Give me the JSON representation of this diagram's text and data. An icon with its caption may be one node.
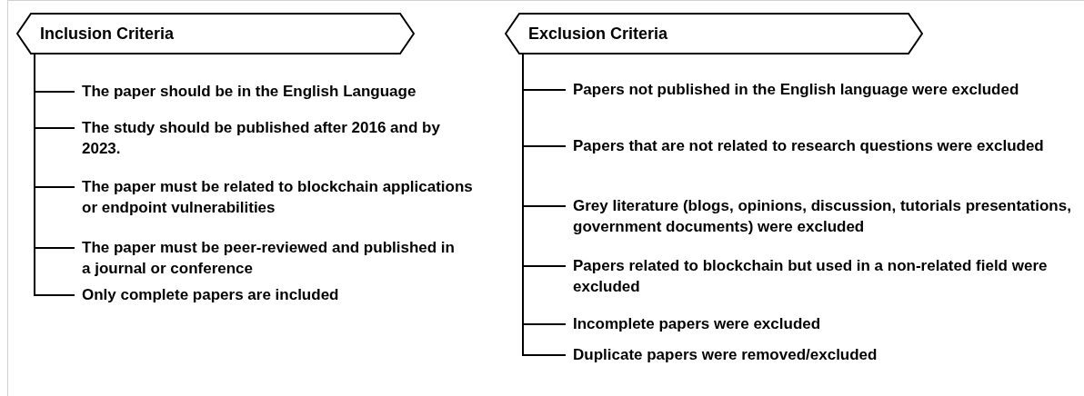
{
  "diagram": {
    "nodes": [
      {
        "text": [
          "Inclusion Criteria"
        ]
      },
      {
        "text": [
          "The paper should be in the English Language"
        ]
      },
      {
        "text": [
          "The study should be published after 2016 and by 2023."
        ]
      },
      {
        "text": [
          "The paper must be related to blockchain applications or endpoint vulnerabilities"
        ]
      },
      {
        "text": [
          "The paper must be peer-reviewed and published in a journal or conference"
        ]
      },
      {
        "text": [
          "Only complete papers are included"
        ]
      },
      {
        "text": [
          "Exclusion Criteria"
        ]
      },
      {
        "text": [
          "Papers not published in the English language were excluded"
        ]
      },
      {
        "text": [
          "Papers that are not related to research questions were excluded"
        ]
      },
      {
        "text": [
          "Grey literature (blogs, opinions, discussion, tutorials presentations, government documents) were excluded"
        ]
      },
      {
        "text": [
          "Papers related to blockchain but used in a non-related field were excluded"
        ]
      },
      {
        "text": [
          "Incomplete papers were excluded"
        ]
      },
      {
        "text": [
          "Duplicate papers were removed/excluded"
        ]
      }
    ],
    "edges": [
      {
        "from": 0,
        "to": 1,
        "arrow": "none"
      },
      {
        "from": 0,
        "to": 2,
        "arrow": "none"
      },
      {
        "from": 0,
        "to": 3,
        "arrow": "none"
      },
      {
        "from": 0,
        "to": 4,
        "arrow": "none"
      },
      {
        "from": 0,
        "to": 5,
        "arrow": "none"
      },
      {
        "from": 6,
        "to": 7,
        "arrow": "none"
      },
      {
        "from": 6,
        "to": 8,
        "arrow": "none"
      },
      {
        "from": 6,
        "to": 9,
        "arrow": "none"
      },
      {
        "from": 6,
        "to": 10,
        "arrow": "none"
      },
      {
        "from": 6,
        "to": 11,
        "arrow": "none"
      },
      {
        "from": 6,
        "to": 12,
        "arrow": "none"
      }
    ]
  }
}
